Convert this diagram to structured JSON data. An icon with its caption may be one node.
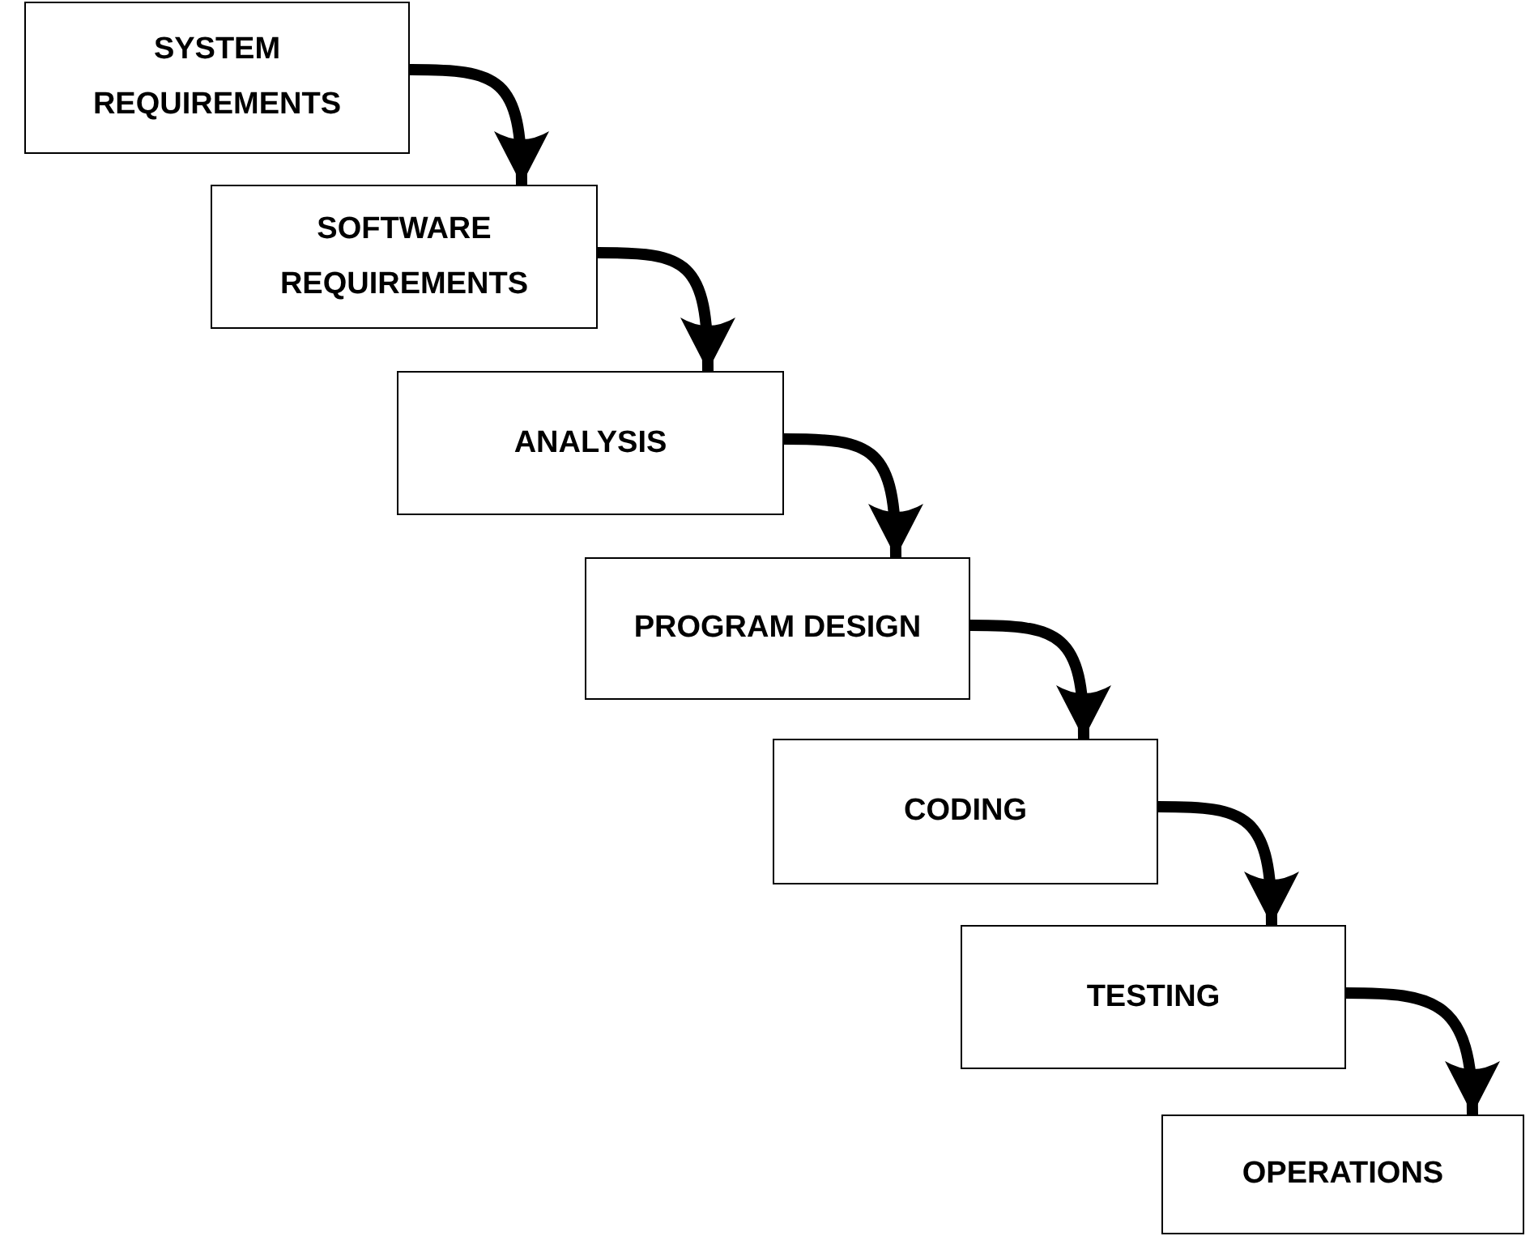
{
  "diagram": {
    "nodes": [
      {
        "text": [
          "SYSTEM REQUIREMENTS"
        ]
      },
      {
        "text": [
          "SOFTWARE REQUIREMENTS"
        ]
      },
      {
        "text": [
          "ANALYSIS"
        ]
      },
      {
        "text": [
          "PROGRAM DESIGN"
        ]
      },
      {
        "text": [
          "CODING"
        ]
      },
      {
        "text": [
          "TESTING"
        ]
      },
      {
        "text": [
          "OPERATIONS"
        ]
      }
    ],
    "edges": [
      {
        "from": 0,
        "to": 1,
        "arrow": "to"
      },
      {
        "from": 1,
        "to": 2,
        "arrow": "to"
      },
      {
        "from": 2,
        "to": 3,
        "arrow": "to"
      },
      {
        "from": 3,
        "to": 4,
        "arrow": "to"
      },
      {
        "from": 4,
        "to": 5,
        "arrow": "to"
      },
      {
        "from": 5,
        "to": 6,
        "arrow": "to"
      }
    ]
  }
}
